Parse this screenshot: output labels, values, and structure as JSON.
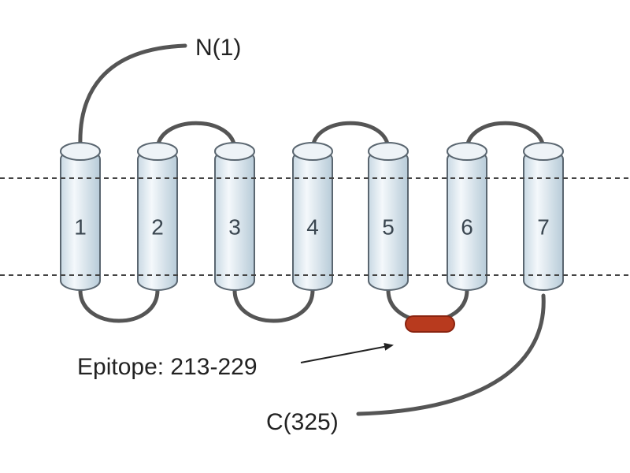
{
  "diagram": {
    "helices": [
      {
        "label": "1"
      },
      {
        "label": "2"
      },
      {
        "label": "3"
      },
      {
        "label": "4"
      },
      {
        "label": "5"
      },
      {
        "label": "6"
      },
      {
        "label": "7"
      }
    ],
    "n_terminus": "N(1)",
    "c_terminus": "C(325)",
    "epitope_label": "Epitope: 213-229",
    "colors": {
      "helix_fill": "#d9e6ee",
      "helix_edge": "#5a6670",
      "loop": "#555555",
      "epitope": "#b83a1e"
    }
  }
}
